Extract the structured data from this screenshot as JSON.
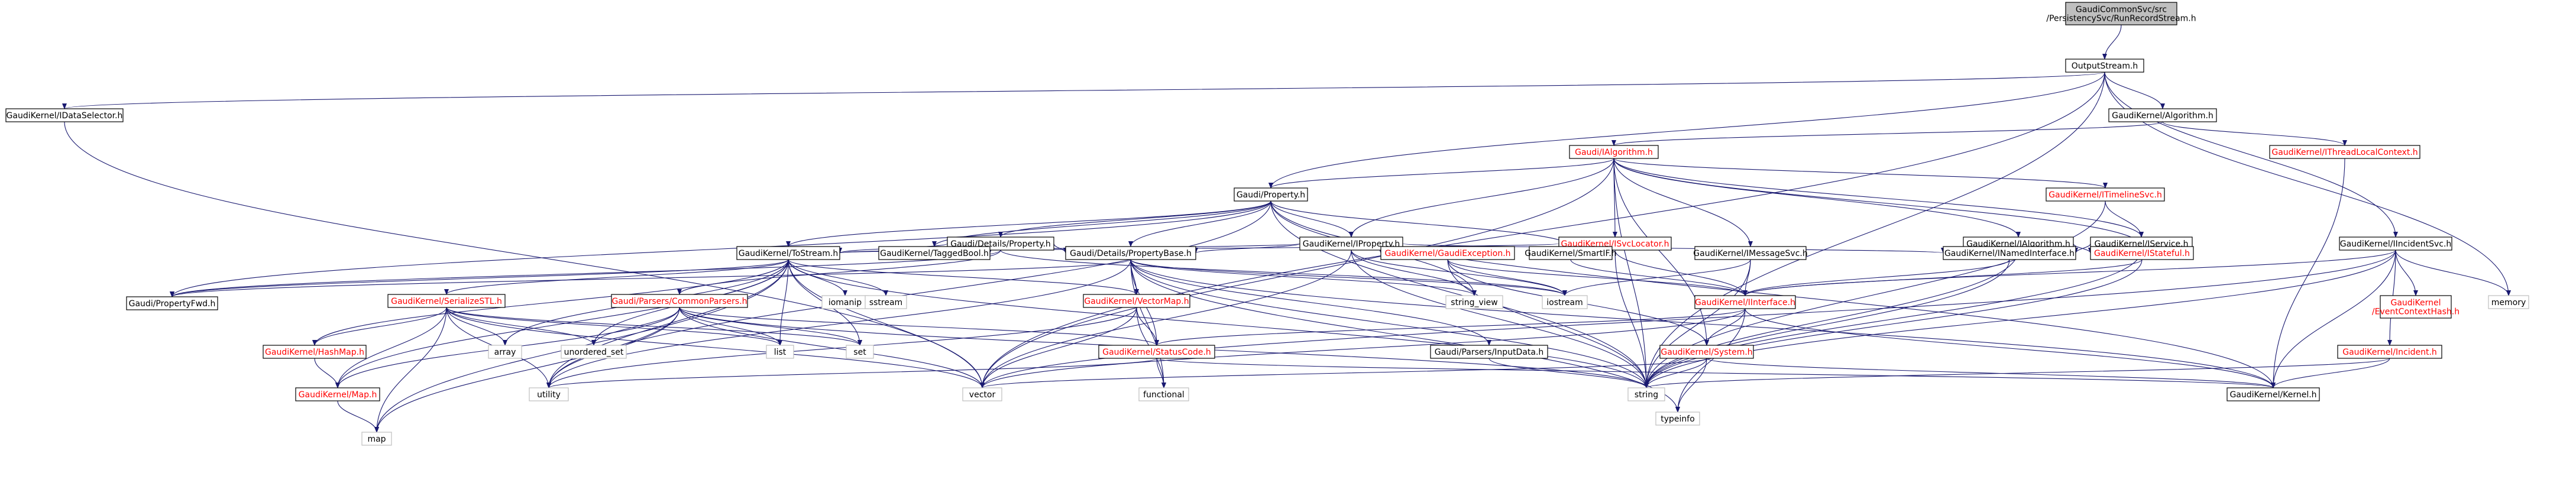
{
  "colors": {
    "edge": "#191970",
    "root_fill": "#bfbfbf",
    "red_text": "#ff0000",
    "gray_border": "#bfbfbf"
  },
  "nodes": [
    {
      "id": "root",
      "label": "GaudiCommonSvc/src/PersistencySvc/RunRecordStream.h",
      "style": "root"
    },
    {
      "id": "os",
      "label": "OutputStream.h",
      "style": "black"
    },
    {
      "id": "ids",
      "label": "GaudiKernel/IDataSelector.h",
      "style": "black"
    },
    {
      "id": "gka",
      "label": "GaudiKernel/Algorithm.h",
      "style": "black"
    },
    {
      "id": "itlc",
      "label": "GaudiKernel/IThreadLocalContext.h",
      "style": "red"
    },
    {
      "id": "gia",
      "label": "Gaudi/IAlgorithm.h",
      "style": "red"
    },
    {
      "id": "gp",
      "label": "Gaudi/Property.h",
      "style": "black"
    },
    {
      "id": "itimeline",
      "label": "GaudiKernel/ITimelineSvc.h",
      "style": "red"
    },
    {
      "id": "gdp",
      "label": "Gaudi/Details/Property.h",
      "style": "black"
    },
    {
      "id": "iprop",
      "label": "GaudiKernel/IProperty.h",
      "style": "black"
    },
    {
      "id": "isvcloc",
      "label": "GaudiKernel/ISvcLocator.h",
      "style": "red"
    },
    {
      "id": "ialg",
      "label": "GaudiKernel/IAlgorithm.h",
      "style": "black"
    },
    {
      "id": "iservice",
      "label": "GaudiKernel/IService.h",
      "style": "black"
    },
    {
      "id": "iincsvc",
      "label": "GaudiKernel/IIncidentSvc.h",
      "style": "black"
    },
    {
      "id": "tostream",
      "label": "GaudiKernel/ToStream.h",
      "style": "black"
    },
    {
      "id": "taggedbool",
      "label": "GaudiKernel/TaggedBool.h",
      "style": "black"
    },
    {
      "id": "gdpb",
      "label": "Gaudi/Details/PropertyBase.h",
      "style": "black"
    },
    {
      "id": "gexc",
      "label": "GaudiKernel/GaudiException.h",
      "style": "red"
    },
    {
      "id": "smartif",
      "label": "GaudiKernel/SmartIF.h",
      "style": "black"
    },
    {
      "id": "imsg",
      "label": "GaudiKernel/IMessageSvc.h",
      "style": "black"
    },
    {
      "id": "inamed",
      "label": "GaudiKernel/INamedInterface.h",
      "style": "black"
    },
    {
      "id": "istateful",
      "label": "GaudiKernel/IStateful.h",
      "style": "red"
    },
    {
      "id": "propfwd",
      "label": "Gaudi/PropertyFwd.h",
      "style": "black"
    },
    {
      "id": "serstl",
      "label": "GaudiKernel/SerializeSTL.h",
      "style": "red"
    },
    {
      "id": "cparsers",
      "label": "Gaudi/Parsers/CommonParsers.h",
      "style": "red"
    },
    {
      "id": "vecmap",
      "label": "GaudiKernel/VectorMap.h",
      "style": "red"
    },
    {
      "id": "iinterface",
      "label": "GaudiKernel/IInterface.h",
      "style": "red"
    },
    {
      "id": "evctx",
      "label": "GaudiKernel/EventContextHash.h",
      "style": "red"
    },
    {
      "id": "incident",
      "label": "GaudiKernel/Incident.h",
      "style": "red"
    },
    {
      "id": "hashmap",
      "label": "GaudiKernel/HashMap.h",
      "style": "red"
    },
    {
      "id": "statuscode",
      "label": "GaudiKernel/StatusCode.h",
      "style": "red"
    },
    {
      "id": "inputdata",
      "label": "Gaudi/Parsers/InputData.h",
      "style": "black"
    },
    {
      "id": "system",
      "label": "GaudiKernel/System.h",
      "style": "red"
    },
    {
      "id": "gkmap",
      "label": "GaudiKernel/Map.h",
      "style": "red"
    },
    {
      "id": "kernel",
      "label": "GaudiKernel/Kernel.h",
      "style": "black"
    },
    {
      "id": "memory",
      "label": "memory",
      "style": "gray"
    },
    {
      "id": "iomanip",
      "label": "iomanip",
      "style": "gray"
    },
    {
      "id": "sstream",
      "label": "sstream",
      "style": "gray"
    },
    {
      "id": "string_view",
      "label": "string_view",
      "style": "gray"
    },
    {
      "id": "iostream",
      "label": "iostream",
      "style": "gray"
    },
    {
      "id": "array",
      "label": "array",
      "style": "gray"
    },
    {
      "id": "unordered_set",
      "label": "unordered_set",
      "style": "gray"
    },
    {
      "id": "list",
      "label": "list",
      "style": "gray"
    },
    {
      "id": "set",
      "label": "set",
      "style": "gray"
    },
    {
      "id": "utility",
      "label": "utility",
      "style": "gray"
    },
    {
      "id": "vector",
      "label": "vector",
      "style": "gray"
    },
    {
      "id": "functional",
      "label": "functional",
      "style": "gray"
    },
    {
      "id": "typeinfo",
      "label": "typeinfo",
      "style": "gray"
    },
    {
      "id": "string",
      "label": "string",
      "style": "gray"
    },
    {
      "id": "map",
      "label": "map",
      "style": "gray"
    }
  ],
  "edges": [
    [
      "root",
      "os"
    ],
    [
      "os",
      "ids"
    ],
    [
      "os",
      "gka"
    ],
    [
      "os",
      "gp"
    ],
    [
      "os",
      "iincsvc"
    ],
    [
      "os",
      "vector"
    ],
    [
      "os",
      "string"
    ],
    [
      "os",
      "memory"
    ],
    [
      "ids",
      "vector"
    ],
    [
      "gka",
      "gia"
    ],
    [
      "gka",
      "itlc"
    ],
    [
      "itlc",
      "kernel"
    ],
    [
      "gia",
      "gp"
    ],
    [
      "gia",
      "itimeline"
    ],
    [
      "gia",
      "iprop"
    ],
    [
      "gia",
      "isvcloc"
    ],
    [
      "gia",
      "ialg"
    ],
    [
      "gia",
      "iservice"
    ],
    [
      "gia",
      "imsg"
    ],
    [
      "gia",
      "istateful"
    ],
    [
      "gia",
      "system"
    ],
    [
      "gia",
      "string"
    ],
    [
      "gia",
      "vector"
    ],
    [
      "itimeline",
      "iservice"
    ],
    [
      "itimeline",
      "string"
    ],
    [
      "gp",
      "gdp"
    ],
    [
      "gp",
      "iprop"
    ],
    [
      "gp",
      "gdpb"
    ],
    [
      "gp",
      "tostream"
    ],
    [
      "gp",
      "taggedbool"
    ],
    [
      "gp",
      "smartif"
    ],
    [
      "gp",
      "propfwd"
    ],
    [
      "gp",
      "string"
    ],
    [
      "gp",
      "string_view"
    ],
    [
      "gp",
      "utility"
    ],
    [
      "gp",
      "kernel"
    ],
    [
      "gdp",
      "tostream"
    ],
    [
      "gdp",
      "taggedbool"
    ],
    [
      "gdp",
      "gdpb"
    ],
    [
      "gdp",
      "cparsers"
    ],
    [
      "gdp",
      "propfwd"
    ],
    [
      "gdp",
      "iostream"
    ],
    [
      "iprop",
      "gdpb"
    ],
    [
      "iprop",
      "gexc"
    ],
    [
      "iprop",
      "inamed"
    ],
    [
      "iprop",
      "tostream"
    ],
    [
      "iprop",
      "string"
    ],
    [
      "iprop",
      "vector"
    ],
    [
      "iprop",
      "iostream"
    ],
    [
      "iprop",
      "string_view"
    ],
    [
      "isvcloc",
      "smartif"
    ],
    [
      "isvcloc",
      "iinterface"
    ],
    [
      "isvcloc",
      "tostream"
    ],
    [
      "isvcloc",
      "string"
    ],
    [
      "ialg",
      "inamed"
    ],
    [
      "ialg",
      "istateful"
    ],
    [
      "ialg",
      "string"
    ],
    [
      "iservice",
      "inamed"
    ],
    [
      "iservice",
      "istateful"
    ],
    [
      "iservice",
      "string"
    ],
    [
      "iincsvc",
      "iinterface"
    ],
    [
      "iincsvc",
      "evctx"
    ],
    [
      "iincsvc",
      "incident"
    ],
    [
      "iincsvc",
      "string"
    ],
    [
      "iincsvc",
      "memory"
    ],
    [
      "iincsvc",
      "kernel"
    ],
    [
      "iincsvc",
      "vector"
    ],
    [
      "tostream",
      "serstl"
    ],
    [
      "tostream",
      "hashmap"
    ],
    [
      "tostream",
      "gkmap"
    ],
    [
      "tostream",
      "vecmap"
    ],
    [
      "tostream",
      "array"
    ],
    [
      "tostream",
      "iomanip"
    ],
    [
      "tostream",
      "sstream"
    ],
    [
      "tostream",
      "list"
    ],
    [
      "tostream",
      "set"
    ],
    [
      "tostream",
      "map"
    ],
    [
      "tostream",
      "vector"
    ],
    [
      "tostream",
      "utility"
    ],
    [
      "tostream",
      "unordered_set"
    ],
    [
      "tostream",
      "string"
    ],
    [
      "tostream",
      "propfwd"
    ],
    [
      "gdpb",
      "propfwd"
    ],
    [
      "gdpb",
      "vecmap"
    ],
    [
      "gdpb",
      "statuscode"
    ],
    [
      "gdpb",
      "inputdata"
    ],
    [
      "gdpb",
      "string"
    ],
    [
      "gdpb",
      "string_view"
    ],
    [
      "gdpb",
      "iostream"
    ],
    [
      "gdpb",
      "kernel"
    ],
    [
      "gdpb",
      "functional"
    ],
    [
      "gdpb",
      "utility"
    ],
    [
      "gdpb",
      "typeinfo"
    ],
    [
      "gexc",
      "iinterface"
    ],
    [
      "gexc",
      "system"
    ],
    [
      "gexc",
      "string"
    ],
    [
      "gexc",
      "iostream"
    ],
    [
      "smartif",
      "iinterface"
    ],
    [
      "imsg",
      "iinterface"
    ],
    [
      "imsg",
      "string"
    ],
    [
      "imsg",
      "iostream"
    ],
    [
      "inamed",
      "iinterface"
    ],
    [
      "inamed",
      "string"
    ],
    [
      "istateful",
      "iinterface"
    ],
    [
      "istateful",
      "string"
    ],
    [
      "serstl",
      "hashmap"
    ],
    [
      "serstl",
      "gkmap"
    ],
    [
      "serstl",
      "array"
    ],
    [
      "serstl",
      "list"
    ],
    [
      "serstl",
      "set"
    ],
    [
      "serstl",
      "map"
    ],
    [
      "serstl",
      "vector"
    ],
    [
      "serstl",
      "utility"
    ],
    [
      "serstl",
      "unordered_set"
    ],
    [
      "cparsers",
      "statuscode"
    ],
    [
      "cparsers",
      "list"
    ],
    [
      "cparsers",
      "set"
    ],
    [
      "cparsers",
      "map"
    ],
    [
      "cparsers",
      "vector"
    ],
    [
      "cparsers",
      "string"
    ],
    [
      "cparsers",
      "unordered_set"
    ],
    [
      "cparsers",
      "utility"
    ],
    [
      "cparsers",
      "gkmap"
    ],
    [
      "vecmap",
      "statuscode"
    ],
    [
      "vecmap",
      "vector"
    ],
    [
      "vecmap",
      "functional"
    ],
    [
      "vecmap",
      "utility"
    ],
    [
      "iinterface",
      "statuscode"
    ],
    [
      "iinterface",
      "system"
    ],
    [
      "iinterface",
      "kernel"
    ],
    [
      "iinterface",
      "typeinfo"
    ],
    [
      "iinterface",
      "vector"
    ],
    [
      "incident",
      "kernel"
    ],
    [
      "incident",
      "string"
    ],
    [
      "hashmap",
      "gkmap"
    ],
    [
      "statuscode",
      "kernel"
    ],
    [
      "statuscode",
      "functional"
    ],
    [
      "statuscode",
      "utility"
    ],
    [
      "inputdata",
      "string"
    ],
    [
      "system",
      "kernel"
    ],
    [
      "system",
      "string"
    ],
    [
      "system",
      "vector"
    ],
    [
      "system",
      "typeinfo"
    ],
    [
      "gkmap",
      "map"
    ]
  ]
}
